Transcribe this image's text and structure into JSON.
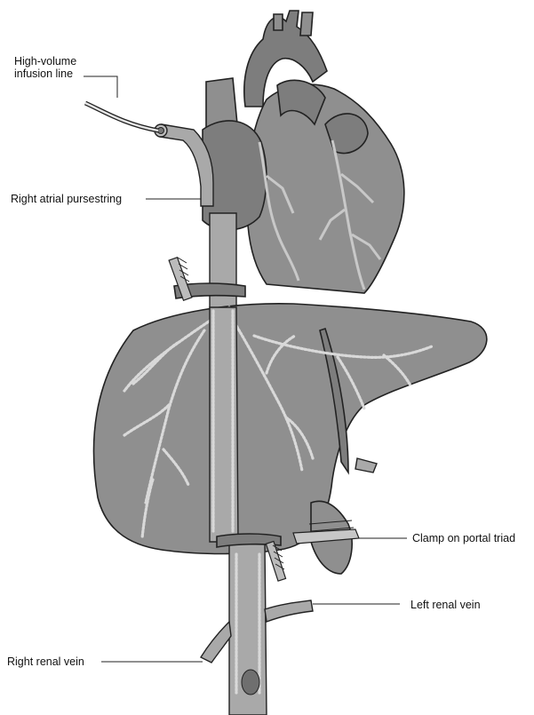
{
  "labels": {
    "infusion_line": [
      "High-volume",
      "infusion line"
    ],
    "atrial_pursestring": "Right atrial pursestring",
    "portal_clamp": "Clamp on portal triad",
    "left_renal": "Left renal vein",
    "right_renal": "Right renal vein"
  }
}
